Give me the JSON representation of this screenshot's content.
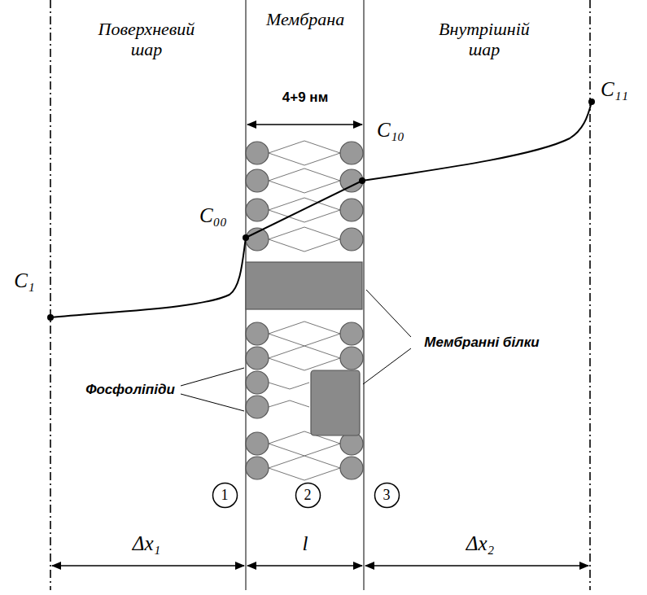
{
  "diagram": {
    "nodes": [
      {
        "text": [
          "1"
        ]
      },
      {
        "text": [
          "2"
        ]
      },
      {
        "text": [
          "3"
        ]
      }
    ],
    "labels": [
      "Поверхневий шар",
      "Мембрана",
      "Внутрішній шар",
      "4+9 нм",
      "C₁₁",
      "C₁₀",
      "C₀₀",
      "C₁",
      "Мембранні білки",
      "Фосфоліпіди",
      "Δx₁",
      "l",
      "Δx₂"
    ]
  }
}
